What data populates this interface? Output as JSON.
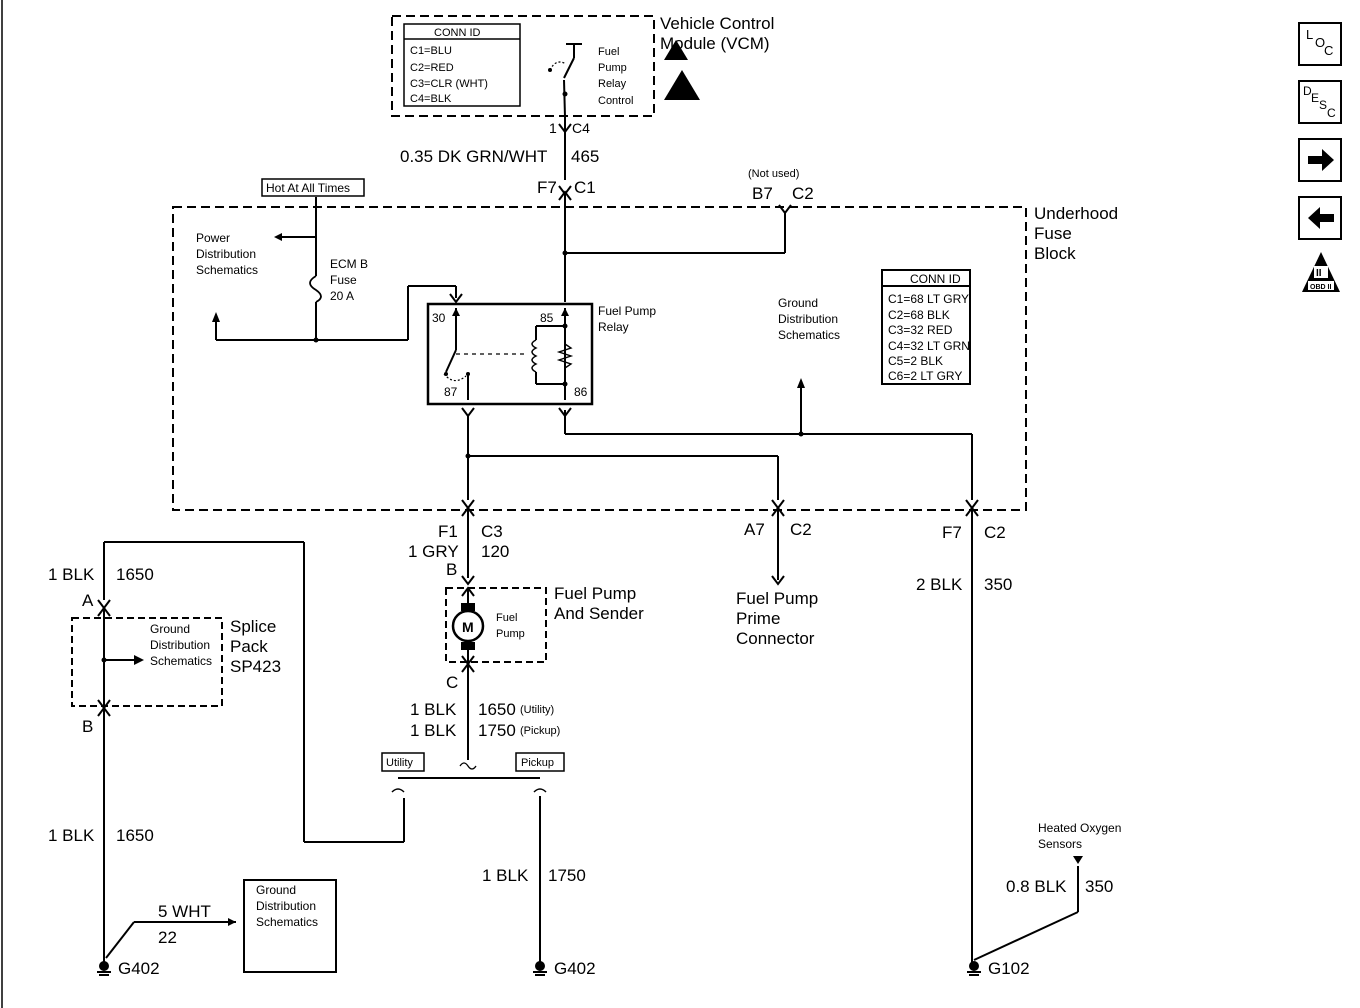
{
  "vcm": {
    "title_1": "Vehicle Control",
    "title_2": "Module (VCM)",
    "conn_title": "CONN ID",
    "conn": [
      "C1=BLU",
      "C2=RED",
      "C3=CLR (WHT)",
      "C4=BLK"
    ],
    "relay_ctrl": [
      "Fuel",
      "Pump",
      "Relay",
      "Control"
    ]
  },
  "wires": {
    "vcm_pin": "1",
    "vcm_conn": "C4",
    "wire_465_gauge": "0.35 DK GRN/WHT",
    "wire_465_circuit": "465",
    "ufb_f7": "F7",
    "ufb_c1": "C1",
    "not_used": "(Not used)",
    "ufb_b7": "B7",
    "ufb_b7_conn": "C2",
    "f1": "F1",
    "f1_conn": "C3",
    "w120_gauge": "1 GRY",
    "w120_circuit": "120",
    "pump_b": "B",
    "pump_c": "C",
    "w1650_gauge": "1 BLK",
    "w1650_circuit": "1650",
    "w1650_note": "(Utility)",
    "w1750_gauge": "1 BLK",
    "w1750_circuit": "1750",
    "w1750_note": "(Pickup)",
    "a7": "A7",
    "a7_conn": "C2",
    "f7b": "F7",
    "f7b_conn": "C2",
    "w350_gauge": "2 BLK",
    "w350_circuit": "350",
    "left_1650_gauge": "1 BLK",
    "left_1650_circuit": "1650",
    "left_a": "A",
    "left_b": "B",
    "left_1650b_gauge": "1 BLK",
    "left_1650b_circuit": "1650",
    "w1750b_gauge": "1 BLK",
    "w1750b_circuit": "1750",
    "w22_gauge": "5 WHT",
    "w22_circuit": "22",
    "w350b_gauge": "0.8 BLK",
    "w350b_circuit": "350"
  },
  "labels": {
    "hot": "Hot At All Times",
    "power_dist": [
      "Power",
      "Distribution",
      "Schematics"
    ],
    "ecm_fuse": [
      "ECM B",
      "Fuse",
      "20 A"
    ],
    "relay_title": [
      "Fuel Pump",
      "Relay"
    ],
    "relay_pins": {
      "p30": "30",
      "p85": "85",
      "p87": "87",
      "p86": "86"
    },
    "ground_dist": [
      "Ground",
      "Distribution",
      "Schematics"
    ],
    "ufb": [
      "Underhood",
      "Fuse",
      "Block"
    ],
    "ufb_conn_title": "CONN ID",
    "ufb_conn": [
      "C1=68 LT GRY",
      "C2=68 BLK",
      "C3=32 RED",
      "C4=32 LT GRN",
      "C5=2 BLK",
      "C6=2 LT GRY"
    ],
    "pump_title": [
      "Fuel Pump",
      "And Sender"
    ],
    "pump_inner": [
      "Fuel",
      "Pump"
    ],
    "motor": "M",
    "prime": [
      "Fuel Pump",
      "Prime",
      "Connector"
    ],
    "splice": [
      "Splice",
      "Pack",
      "SP423"
    ],
    "splice_ground": [
      "Ground",
      "Distribution",
      "Schematics"
    ],
    "utility": "Utility",
    "pickup": "Pickup",
    "ground_box": [
      "Ground",
      "Distribution",
      "Schematics"
    ],
    "heated_o2": [
      "Heated Oxygen",
      "Sensors"
    ],
    "g402a": "G402",
    "g402b": "G402",
    "g102": "G102"
  },
  "nav": {
    "loc": {
      "l": "L",
      "o": "O",
      "c": "C"
    },
    "desc": {
      "d": "D",
      "e": "E",
      "s": "S",
      "c": "C"
    },
    "obd": {
      "ii": "II",
      "label": "OBD II"
    }
  }
}
